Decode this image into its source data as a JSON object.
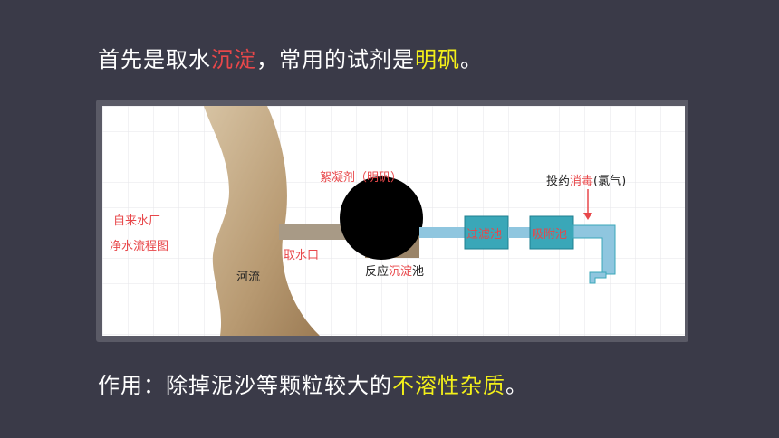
{
  "heading": {
    "part1": "首先是取水",
    "part2": "沉淀",
    "part3": "，常用的试剂是",
    "part4": "明矾",
    "part5": "。"
  },
  "footer": {
    "part1": "作用：除掉泥沙等颗粒较大的",
    "part2": "不溶性杂质",
    "part3": "。"
  },
  "diagram": {
    "plant_title_line1": "自来水厂",
    "plant_title_line2": "净水流程图",
    "river_label": "河流",
    "intake_label": "取水口",
    "coagulant_label": "絮凝剂（明矾）",
    "tank_prefix": "反应",
    "tank_highlight": "沉淀",
    "tank_suffix": "池",
    "filter_label": "过滤池",
    "adsorb_label": "吸附池",
    "dose_prefix": "投药",
    "dose_highlight": "消毒",
    "dose_suffix": "(氯气)"
  },
  "colors": {
    "background": "#3a3a48",
    "highlight_red": "#e8474a",
    "highlight_yellow": "#f3f01a",
    "river": "#c9ae8a",
    "pipe_gray": "#a89a86",
    "pipe_blue": "#8fc6df",
    "tank_teal": "#3aa7b8"
  }
}
